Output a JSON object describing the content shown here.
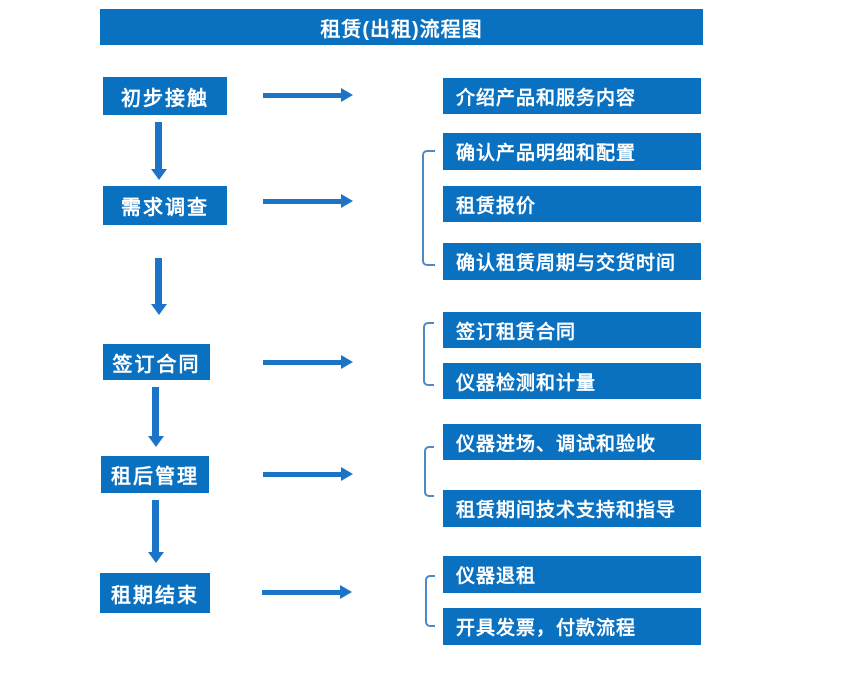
{
  "title": "租赁(出租)流程图",
  "stages": [
    {
      "label": "初步接触",
      "details": [
        "介绍产品和服务内容"
      ]
    },
    {
      "label": "需求调查",
      "details": [
        "确认产品明细和配置",
        "租赁报价",
        "确认租赁周期与交货时间"
      ]
    },
    {
      "label": "签订合同",
      "details": [
        "签订租赁合同",
        "仪器检测和计量"
      ]
    },
    {
      "label": "租后管理",
      "details": [
        "仪器进场、调试和验收",
        "租赁期间技术支持和指导"
      ]
    },
    {
      "label": "租期结束",
      "details": [
        "仪器退租",
        "开具发票，付款流程"
      ]
    }
  ],
  "colors": {
    "node_fill": "#0a70c0",
    "arrow": "#1b74c8",
    "bracket": "#4f88c6",
    "text": "#ffffff",
    "background": "#ffffff"
  }
}
